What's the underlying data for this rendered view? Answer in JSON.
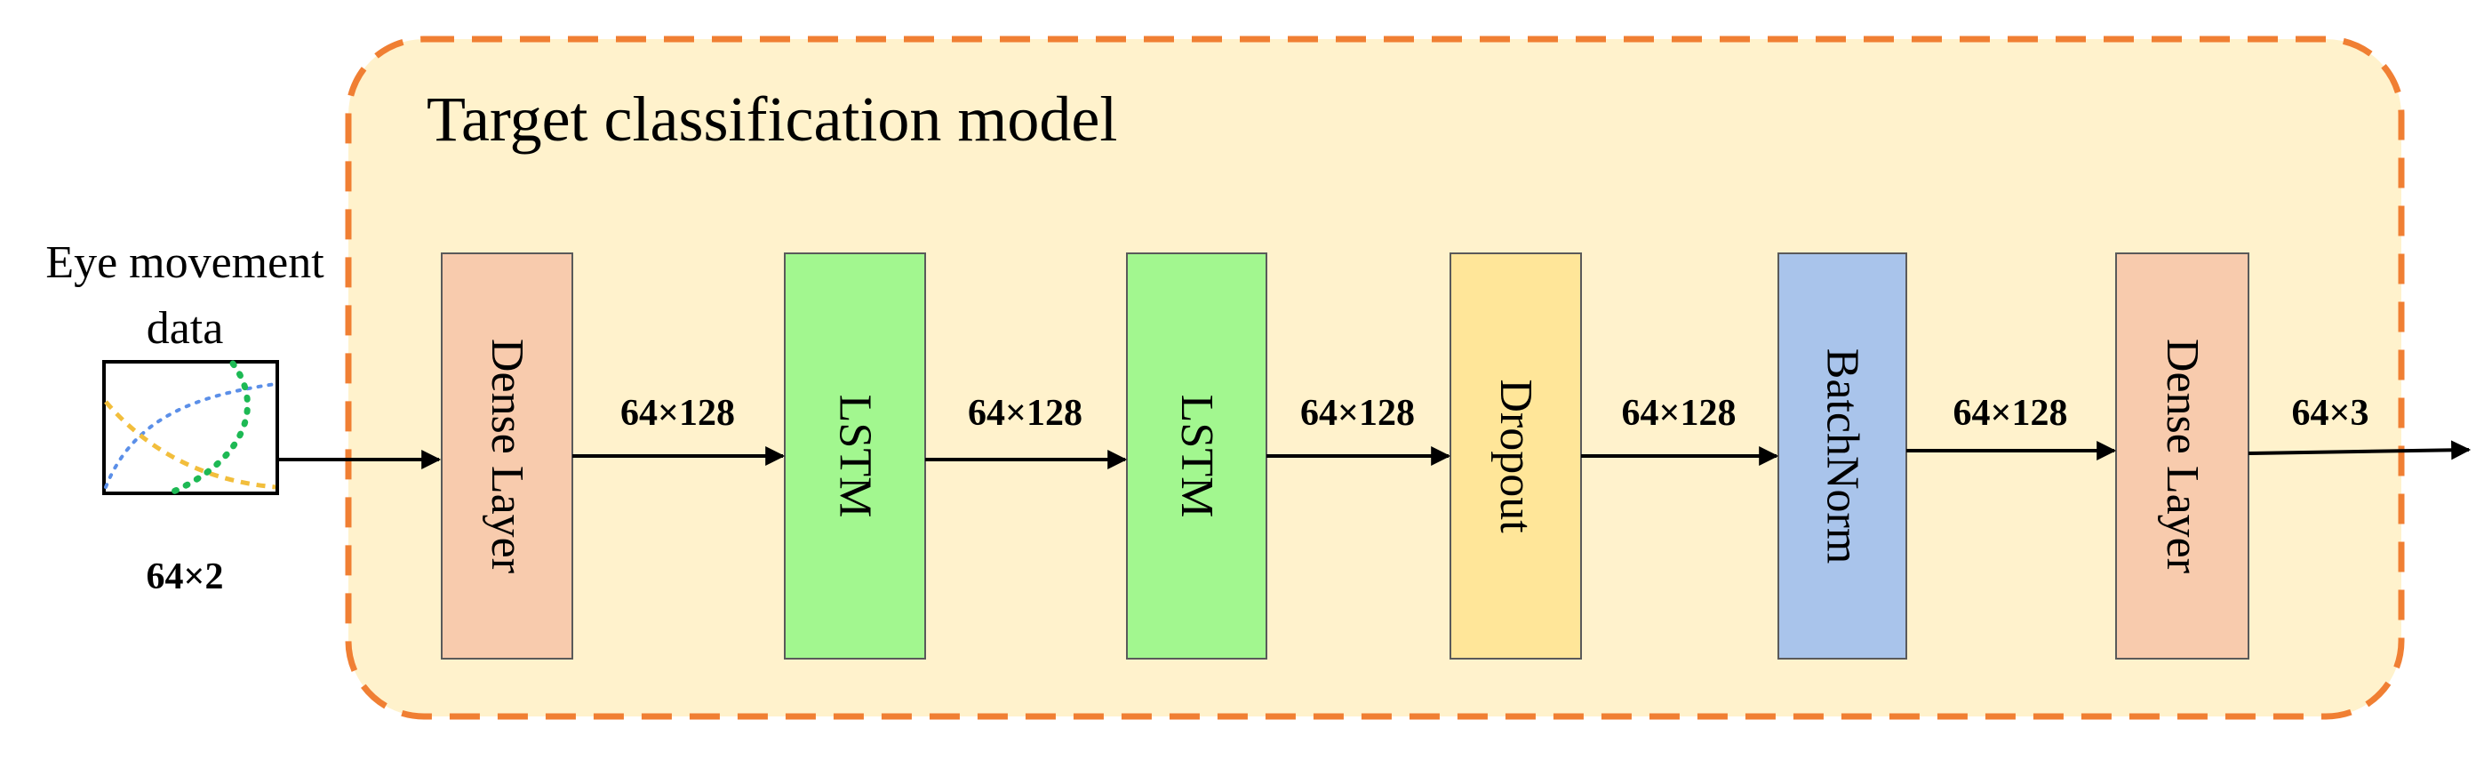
{
  "container": {
    "title": "Target classification model",
    "fill": "#FFF2CC",
    "border": "#F07F33"
  },
  "input": {
    "label_line1": "Eye movement",
    "label_line2": "data",
    "shape": "64×2",
    "curve_colors": [
      "#5B8FE8",
      "#F2BE3C",
      "#1DB954"
    ]
  },
  "layers": [
    {
      "label": "Dense Layer",
      "fill": "#F8CBAD"
    },
    {
      "label": "LSTM",
      "fill": "#A2F78F"
    },
    {
      "label": "LSTM",
      "fill": "#A2F78F"
    },
    {
      "label": "Dropout",
      "fill": "#FFE699"
    },
    {
      "label": "BatchNorm",
      "fill": "#A9C4EB"
    },
    {
      "label": "Dense Layer",
      "fill": "#F8CBAD"
    }
  ],
  "connections": [
    {
      "shape": "64×128"
    },
    {
      "shape": "64×128"
    },
    {
      "shape": "64×128"
    },
    {
      "shape": "64×128"
    },
    {
      "shape": "64×128"
    }
  ],
  "output": {
    "shape": "64×3"
  }
}
